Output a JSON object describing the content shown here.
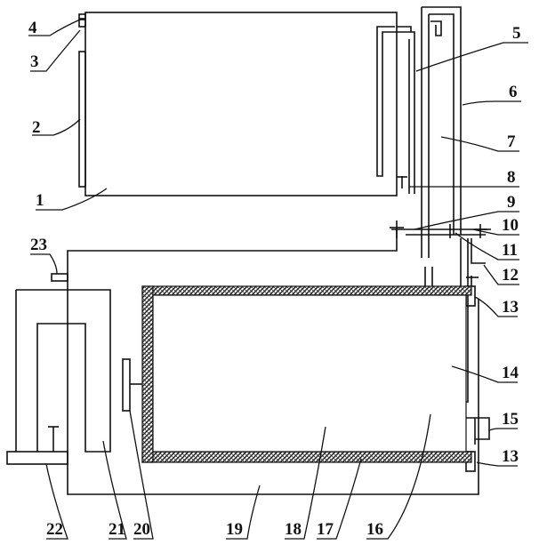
{
  "figure": {
    "background": "#ffffff",
    "ink": "#111111",
    "hatch_color": "#222222",
    "labels": [
      {
        "id": "1",
        "text": "1"
      },
      {
        "id": "2",
        "text": "2"
      },
      {
        "id": "3",
        "text": "3"
      },
      {
        "id": "4",
        "text": "4"
      },
      {
        "id": "5",
        "text": "5"
      },
      {
        "id": "6",
        "text": "6"
      },
      {
        "id": "7",
        "text": "7"
      },
      {
        "id": "8",
        "text": "8"
      },
      {
        "id": "9",
        "text": "9"
      },
      {
        "id": "10",
        "text": "10"
      },
      {
        "id": "11",
        "text": "11"
      },
      {
        "id": "12",
        "text": "12"
      },
      {
        "id": "13a",
        "text": "13"
      },
      {
        "id": "13b",
        "text": "13"
      },
      {
        "id": "14",
        "text": "14"
      },
      {
        "id": "15",
        "text": "15"
      },
      {
        "id": "16",
        "text": "16"
      },
      {
        "id": "17",
        "text": "17"
      },
      {
        "id": "18",
        "text": "18"
      },
      {
        "id": "19",
        "text": "19"
      },
      {
        "id": "20",
        "text": "20"
      },
      {
        "id": "21",
        "text": "21"
      },
      {
        "id": "22",
        "text": "22"
      },
      {
        "id": "23",
        "text": "23"
      }
    ]
  }
}
